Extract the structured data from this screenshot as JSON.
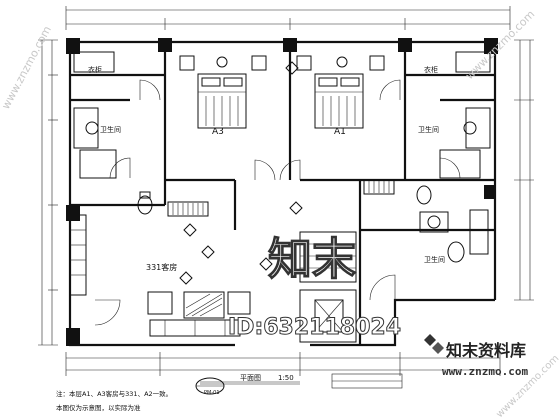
{
  "rooms": {
    "bedroom_left": "A3",
    "bedroom_right": "A1",
    "bath_left": "卫生间",
    "bath_right": "卫生间",
    "closet_left": "衣柜",
    "closet_right": "衣柜",
    "living": "331客房",
    "bath_right_lower": "卫生间"
  },
  "title_block": {
    "plan_title": "平面图",
    "scale": "1:50",
    "drawing_id": "PM-01",
    "note_line1": "注：本层A1、A3客房与331、A2一致。",
    "note_line2": "本图仅为示意图，以实际为准"
  },
  "watermark": {
    "site_cn": "知末资料库",
    "site_url": "www.znzmo.com",
    "id_text": "ID:632118024",
    "logo_text": "知末",
    "diag_left": "www.znzmo.com",
    "diag_right": "www.znzmo.com",
    "diag_bottom": "www.znzmo.com"
  }
}
